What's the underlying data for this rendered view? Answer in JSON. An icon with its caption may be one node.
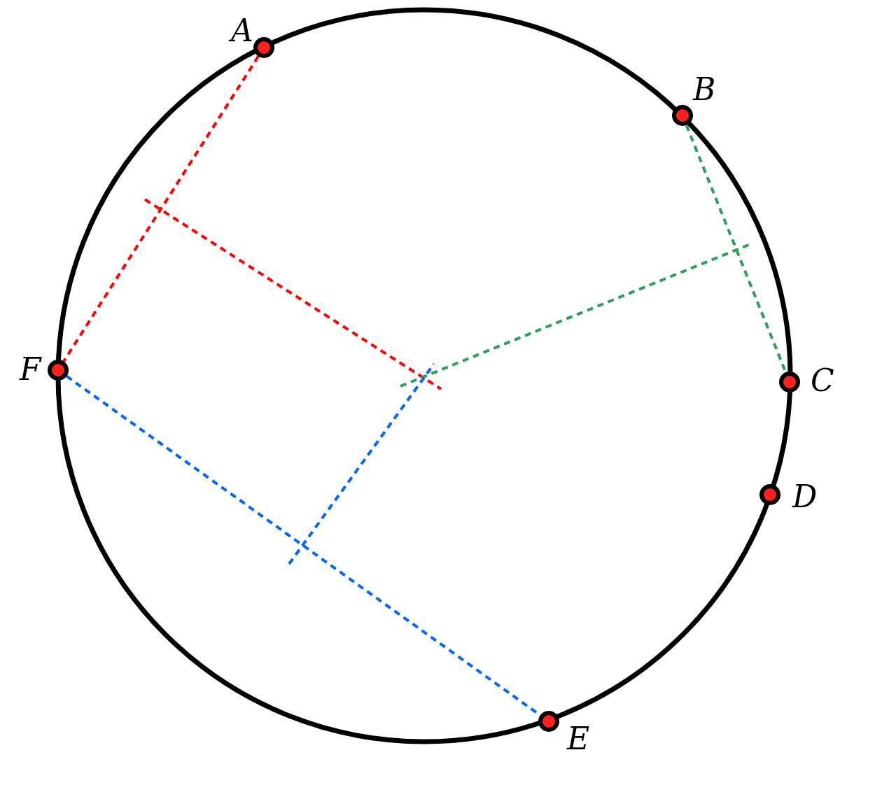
{
  "diagram": {
    "nodes": [
      {
        "text": [],
        "shape": "circle",
        "beside": [
          "A"
        ]
      },
      {
        "text": [],
        "shape": "circle",
        "beside": [
          "B"
        ]
      },
      {
        "text": [],
        "shape": "circle",
        "beside": [
          "C"
        ]
      },
      {
        "text": [],
        "shape": "circle",
        "beside": [
          "D"
        ]
      },
      {
        "text": [],
        "shape": "circle",
        "beside": [
          "E"
        ]
      },
      {
        "text": [],
        "shape": "circle",
        "beside": [
          "F"
        ]
      }
    ],
    "edges": [
      {
        "from": 0,
        "to": 5,
        "arrow": "none",
        "style": "dashed",
        "color": "#ff0000"
      },
      {
        "from": 1,
        "to": 2,
        "arrow": "none",
        "style": "dashed",
        "color": "#2e9e5b"
      },
      {
        "from": 5,
        "to": 4,
        "arrow": "none",
        "style": "dashed",
        "color": "#0066ff"
      }
    ]
  }
}
